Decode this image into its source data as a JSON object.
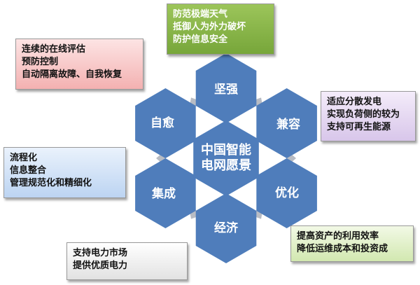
{
  "center": {
    "line1": "中国智能",
    "line2": "电网愿景"
  },
  "hexes": [
    "坚强",
    "兼容",
    "优化",
    "经济",
    "集成",
    "自愈"
  ],
  "boxes": {
    "top": [
      "防范极端天气",
      "抵御人为外力破坏",
      "防护信息安全"
    ],
    "top_left": [
      "连续的在线评估",
      "预防控制",
      "自动隔离故障、自我恢复"
    ],
    "right": [
      "适应分散发电",
      "实现负荷侧的较为",
      "支持可再生能源"
    ],
    "left": [
      "流程化",
      "信息整合",
      "管理规范化和精细化"
    ],
    "bottom_right": [
      "提高资产的利用效率",
      "降低运维成本和投资成"
    ],
    "bottom_left": [
      "支持电力市场",
      "提供优质电力"
    ]
  },
  "colors": {
    "hex": "#4f7dbb",
    "connector": "#b8bcc4"
  }
}
